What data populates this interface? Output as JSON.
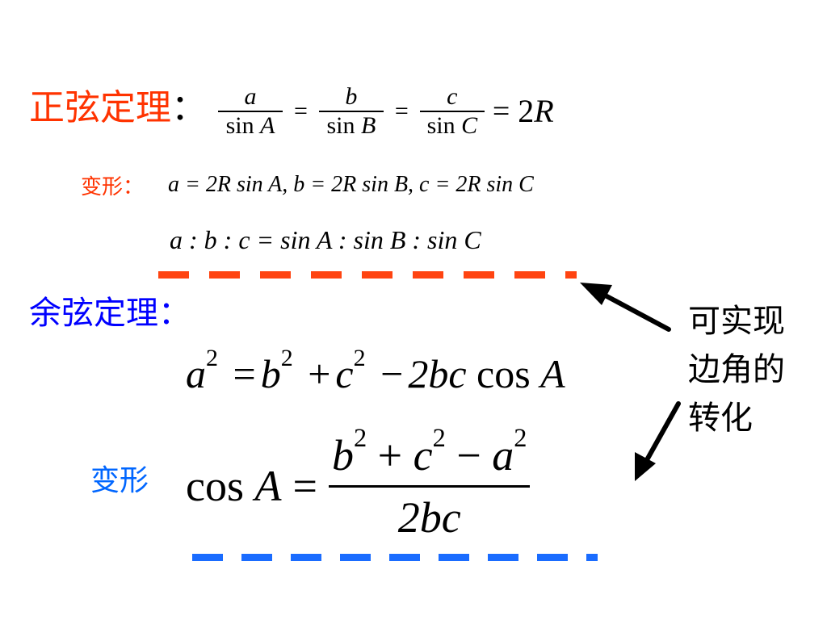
{
  "colors": {
    "sine_title": "#ff3300",
    "cosine_title": "#0000ff",
    "variant_red": "#ff3300",
    "variant_blue": "#0066ff",
    "sine_dash": "#ff4411",
    "cosine_dash": "#1a6cff",
    "text": "#000000"
  },
  "sine_law": {
    "title": "正弦定理",
    "colon": "：",
    "formula": {
      "f1_num": "a",
      "f1_den_fn": "sin",
      "f1_den_var": "A",
      "f2_num": "b",
      "f2_den_fn": "sin",
      "f2_den_var": "B",
      "f3_num": "c",
      "f3_den_fn": "sin",
      "f3_den_var": "C",
      "eq": "=",
      "rhs_coef": "2",
      "rhs_var": "R"
    },
    "variant_label": "变形：",
    "variant1": "a = 2R sin A, b = 2R sin B, c = 2R sin C",
    "variant2": "a : b : c = sin A : sin B : sin C"
  },
  "cosine_law": {
    "title": "余弦定理",
    "colon": "：",
    "formula": {
      "a": "a",
      "b": "b",
      "c": "c",
      "sq": "2",
      "eq": "=",
      "plus": "+",
      "minus": "−",
      "tail": "2bc",
      "fn": "cos",
      "var": "A"
    },
    "variant_label": "变形",
    "variant": {
      "lhs_fn": "cos",
      "lhs_var": "A",
      "eq": "=",
      "num_b": "b",
      "num_c": "c",
      "num_a": "a",
      "sq": "2",
      "plus": "+",
      "minus": "−",
      "den": "2bc"
    }
  },
  "annotation": {
    "line1": "可实现",
    "line2": "边角的",
    "line3": "转化"
  },
  "icons": [
    "arrow-upper-left",
    "arrow-lower-left"
  ]
}
